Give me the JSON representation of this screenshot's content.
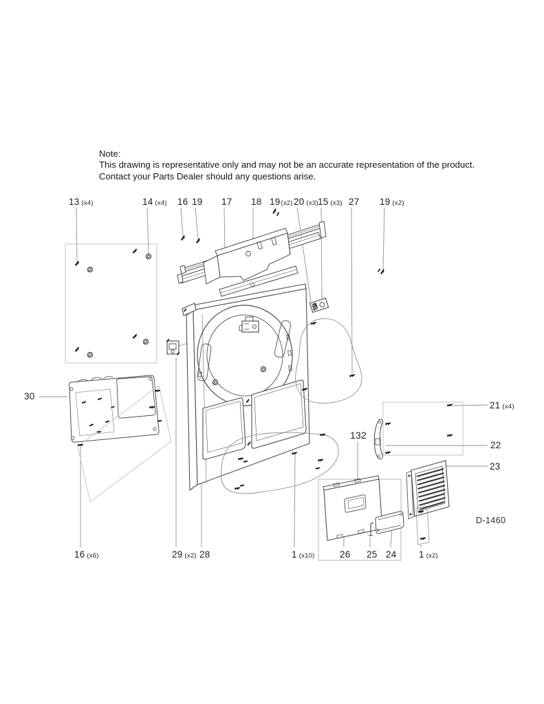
{
  "note": {
    "title": "Note:",
    "line1": "This drawing is representative only and may not be an accurate representation of the product.",
    "line2": "Contact your Parts Dealer should any questions arise."
  },
  "drawing_id": "D-1460",
  "diagram": {
    "description": "Exploded parts diagram of appliance rear panel assembly",
    "labels": [
      {
        "num": "13",
        "qty": "(x4)"
      },
      {
        "num": "14",
        "qty": "(x4)"
      },
      {
        "num": "16",
        "qty": ""
      },
      {
        "num": "19",
        "qty": ""
      },
      {
        "num": "17",
        "qty": ""
      },
      {
        "num": "18",
        "qty": ""
      },
      {
        "num": "19",
        "qty": "(x2)"
      },
      {
        "num": "20",
        "qty": "(x3)"
      },
      {
        "num": "15",
        "qty": "(x3)"
      },
      {
        "num": "27",
        "qty": ""
      },
      {
        "num": "19",
        "qty": "(x2)"
      },
      {
        "num": "30",
        "qty": ""
      },
      {
        "num": "21",
        "qty": "(x4)"
      },
      {
        "num": "22",
        "qty": ""
      },
      {
        "num": "23",
        "qty": ""
      },
      {
        "num": "16",
        "qty": "(x6)"
      },
      {
        "num": "29",
        "qty": "(x2)"
      },
      {
        "num": "28",
        "qty": ""
      },
      {
        "num": "1",
        "qty": "(x10)"
      },
      {
        "num": "26",
        "qty": ""
      },
      {
        "num": "25",
        "qty": ""
      },
      {
        "num": "24",
        "qty": ""
      },
      {
        "num": "1",
        "qty": "(x2)"
      },
      {
        "num": "132",
        "qty": ""
      }
    ]
  }
}
